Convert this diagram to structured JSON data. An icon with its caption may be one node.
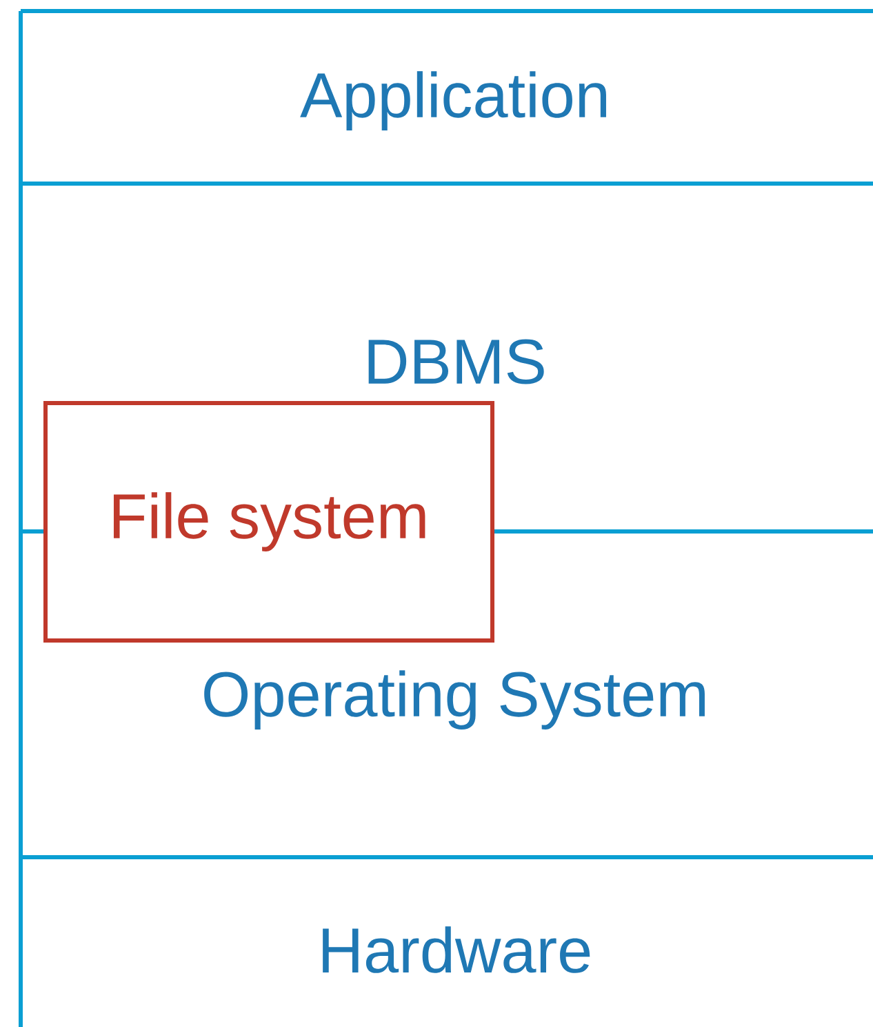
{
  "diagram": {
    "nodes": [
      {
        "text": [
          "Application"
        ]
      },
      {
        "text": [
          "DBMS"
        ]
      },
      {
        "text": [
          "Operating System"
        ]
      },
      {
        "text": [
          "Hardware"
        ]
      },
      {
        "text": [
          "File system"
        ]
      }
    ]
  }
}
